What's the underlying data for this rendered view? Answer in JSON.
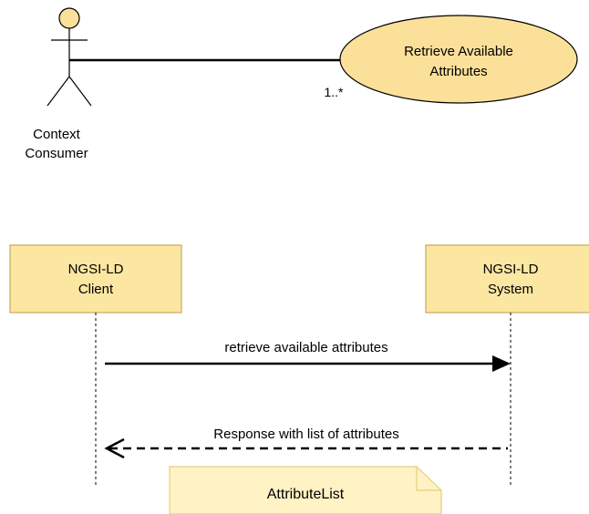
{
  "use_case": {
    "actor_label_line1": "Context",
    "actor_label_line2": "Consumer",
    "use_case_line1": "Retrieve Available",
    "use_case_line2": "Attributes",
    "multiplicity": "1..*"
  },
  "sequence": {
    "client_line1": "NGSI-LD",
    "client_line2": "Client",
    "system_line1": "NGSI-LD",
    "system_line2": "System",
    "request_message": "retrieve available attributes",
    "response_message": "Response with list of attributes",
    "note_text": "AttributeList"
  },
  "colors": {
    "box_fill": "#fbe6a2",
    "box_border": "#c8a95b",
    "ellipse_fill": "#fbe09a",
    "note_fill": "#fff2c4"
  }
}
